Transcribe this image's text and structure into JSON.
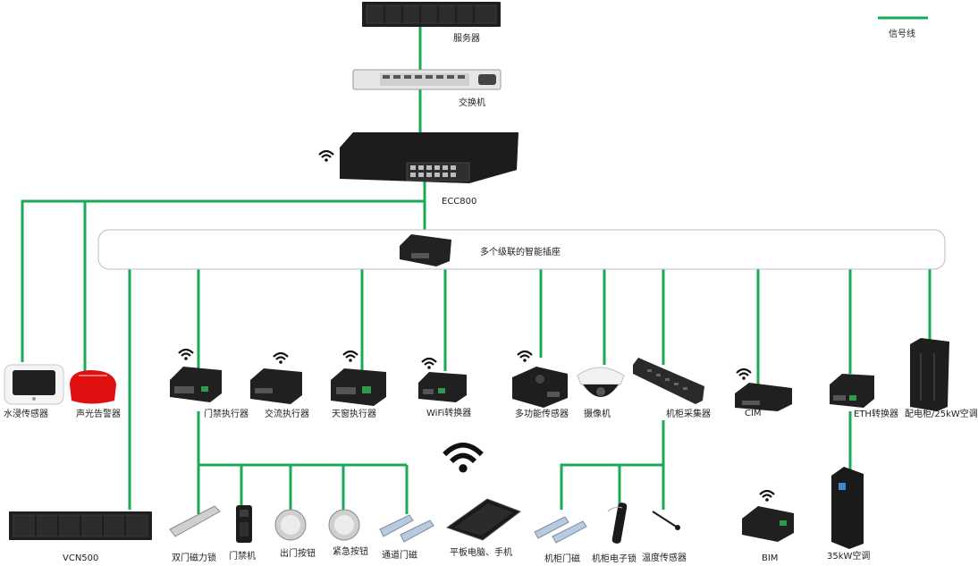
{
  "legend": {
    "signal_line_label": "信号线",
    "signal_line_color": "#1aaa55"
  },
  "colors": {
    "line": "#1aaa55",
    "device_dark": "#2a2a2a",
    "device_light": "#d8d8d8",
    "wifi": "#111111",
    "alarm_red": "#e01010"
  },
  "devices": {
    "server": "服务器",
    "switch": "交换机",
    "ecc800": "ECC800",
    "smart_socket": "多个级联的智能插座",
    "water_sensor": "水浸传感器",
    "alarm": "声光告警器",
    "door_actuator": "门禁执行器",
    "ac_actuator": "交流执行器",
    "skylight_actuator": "天窗执行器",
    "wifi_converter": "WiFi转换器",
    "multi_sensor": "多功能传感器",
    "camera": "摄像机",
    "cabinet_collector": "机柜采集器",
    "cim": "CIM",
    "eth_converter": "ETH转换器",
    "power_cabinet": "配电柜/25kW空调",
    "vcn500": "VCN500",
    "mag_lock": "双门磁力锁",
    "access_machine": "门禁机",
    "exit_button": "出门按钮",
    "emergency_button": "紧急按钮",
    "passage_magnet": "通道门磁",
    "tablet": "平板电脑、手机",
    "cabinet_door_magnet": "机柜门磁",
    "cabinet_lock": "机柜电子锁",
    "temp_sensor": "温度传感器",
    "bim": "BIM",
    "ac_35kw": "35kW空调"
  }
}
